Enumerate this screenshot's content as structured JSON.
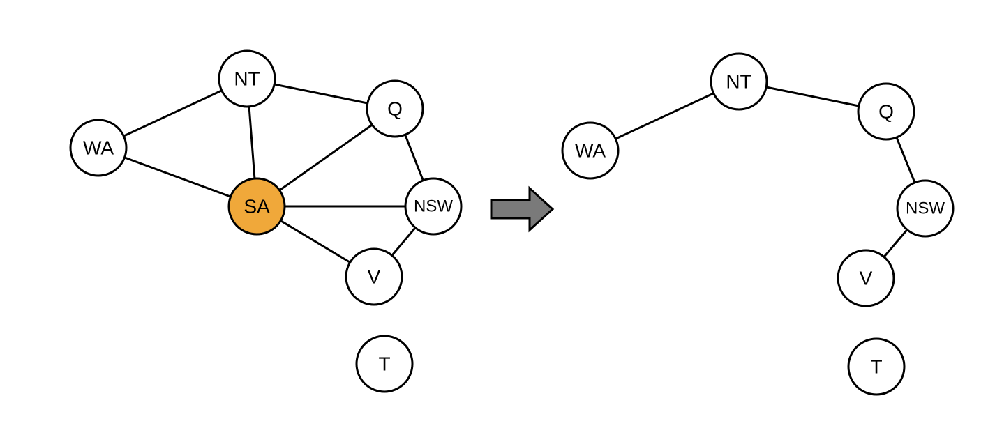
{
  "colors": {
    "node_fill": "#ffffff",
    "highlight_fill": "#f0a83a",
    "stroke": "#000000",
    "arrow_fill": "#7a7a7a"
  },
  "graphs": [
    {
      "nodes": [
        {
          "id": "WA",
          "label": "WA"
        },
        {
          "id": "NT",
          "label": "NT"
        },
        {
          "id": "Q",
          "label": "Q"
        },
        {
          "id": "SA",
          "label": "SA",
          "highlight": true
        },
        {
          "id": "NSW",
          "label": "NSW"
        },
        {
          "id": "V",
          "label": "V"
        },
        {
          "id": "T",
          "label": "T"
        }
      ],
      "edges": [
        [
          "WA",
          "NT"
        ],
        [
          "WA",
          "SA"
        ],
        [
          "NT",
          "Q"
        ],
        [
          "NT",
          "SA"
        ],
        [
          "Q",
          "SA"
        ],
        [
          "Q",
          "NSW"
        ],
        [
          "SA",
          "NSW"
        ],
        [
          "SA",
          "V"
        ],
        [
          "NSW",
          "V"
        ]
      ]
    },
    {
      "nodes": [
        {
          "id": "WA",
          "label": "WA"
        },
        {
          "id": "NT",
          "label": "NT"
        },
        {
          "id": "Q",
          "label": "Q"
        },
        {
          "id": "NSW",
          "label": "NSW"
        },
        {
          "id": "V",
          "label": "V"
        },
        {
          "id": "T",
          "label": "T"
        }
      ],
      "edges": [
        [
          "WA",
          "NT"
        ],
        [
          "NT",
          "Q"
        ],
        [
          "Q",
          "NSW"
        ],
        [
          "NSW",
          "V"
        ]
      ]
    }
  ]
}
